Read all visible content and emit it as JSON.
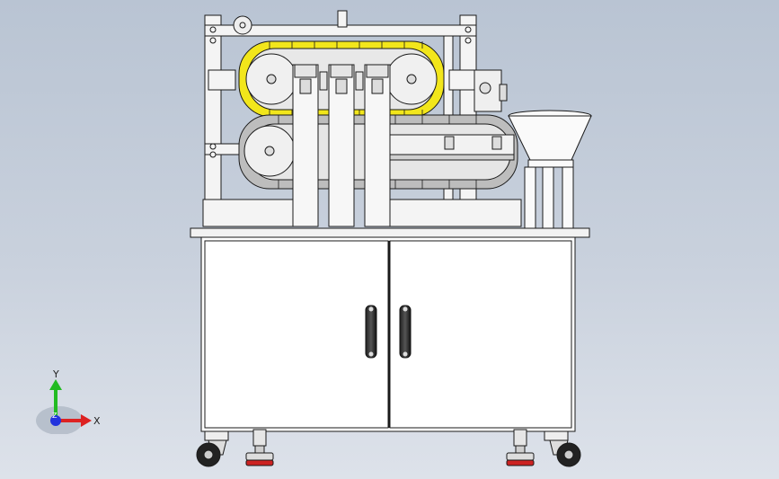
{
  "viewport": {
    "background_top": "#b9c4d3",
    "background_bottom": "#dde2ea"
  },
  "model": {
    "belt_color": "#f2e61b",
    "cabinet_color": "#ffffff",
    "outline_color": "#1a1a1a",
    "foot_pad_color": "#cc2222"
  },
  "triad": {
    "y_label": "Y",
    "x_label": "X",
    "z_label": "Z",
    "y_color": "#22bb22",
    "x_color": "#dd2222",
    "z_color": "#2233dd"
  }
}
